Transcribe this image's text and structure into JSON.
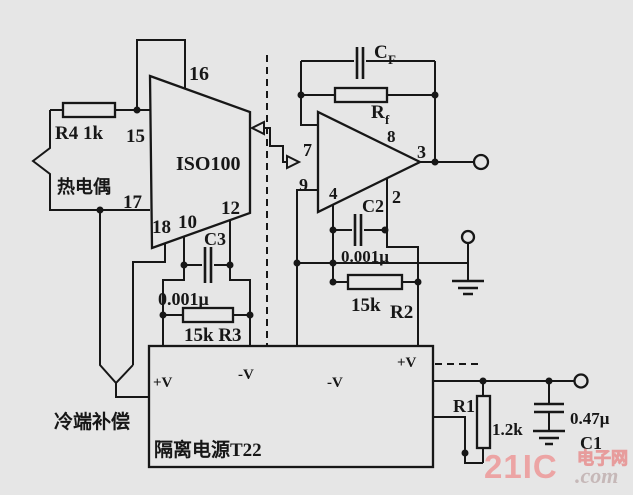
{
  "iso100": {
    "label": "ISO100",
    "pin16": "16",
    "pin15": "15",
    "pin17": "17",
    "pin18": "18",
    "pin10": "10",
    "pin12": "12"
  },
  "opamp": {
    "pin7": "7",
    "pin8": "8",
    "pin9": "9",
    "pin3": "3",
    "pin4": "4",
    "pin2": "2"
  },
  "components": {
    "r4": "R4 1k",
    "thermocouple": "热电偶",
    "c3": "C3",
    "c3_value": "0.001μ",
    "r3": "15k R3",
    "cf_main": "C",
    "cf_sub": "F",
    "rf_main": "R",
    "rf_sub": "f",
    "c2": "C2",
    "c2_value": "0.001μ",
    "r2_value": "15k",
    "r2": "R2",
    "r1": "R1",
    "r1_value": "1.2k",
    "c1": "C1",
    "c1_value": "0.47μ"
  },
  "power_box": {
    "label": "隔离电源T22",
    "plus_v_left": "+V",
    "minus_v_left": "-V",
    "minus_v_right": "-V",
    "plus_v_right": "+V"
  },
  "annotations": {
    "cold_junction": "冷端补偿"
  },
  "watermark": {
    "brand": "21IC",
    "domain": ".com",
    "site_name": "电子网"
  },
  "colors": {
    "line": "#171717",
    "background": "#e6e6e6",
    "watermark_pink": "#eca4a4",
    "watermark_gray": "#c6b8b8"
  }
}
